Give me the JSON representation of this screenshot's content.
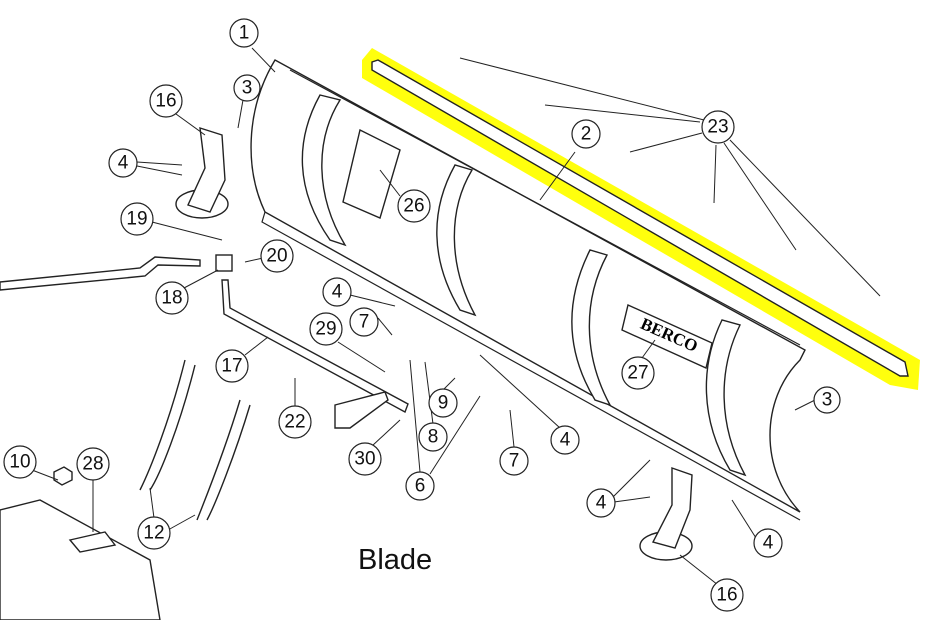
{
  "diagram_title": "Blade",
  "logo_text": "BERCO",
  "highlight_color": "#ffff00",
  "callouts": [
    "1",
    "2",
    "3",
    "3",
    "4",
    "4",
    "4",
    "4",
    "4",
    "6",
    "7",
    "7",
    "8",
    "9",
    "10",
    "12",
    "16",
    "16",
    "17",
    "18",
    "19",
    "20",
    "22",
    "23",
    "26",
    "27",
    "28",
    "29",
    "30"
  ]
}
